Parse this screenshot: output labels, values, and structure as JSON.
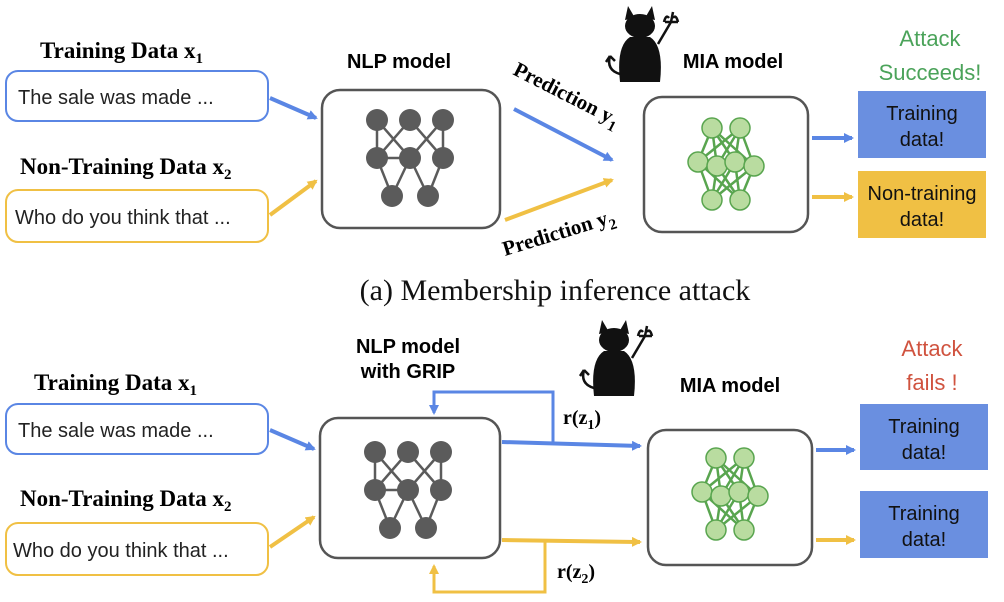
{
  "colors": {
    "blue": "#5a86e4",
    "yellow": "#f0c044",
    "green_node": "#b9dca0",
    "green_edge": "#59a54f",
    "gray_node": "#5b5b5b",
    "success": "#4ba35a",
    "fail": "#d0533f",
    "box_stroke": "#555555"
  },
  "top": {
    "train_title": "Training Data",
    "train_var": "x",
    "train_sub": "1",
    "train_text": "The sale was made ...",
    "nontrain_title": "Non-Training Data",
    "nontrain_var": "x",
    "nontrain_sub": "2",
    "nontrain_text": "Who do you think that ...",
    "model_label": "NLP model",
    "mia_label": "MIA model",
    "pred1_label": "Prediction y",
    "pred1_sub": "1",
    "pred2_label": "Prediction y",
    "pred2_sub": "2",
    "status_line1": "Attack",
    "status_line2": "Succeeds!",
    "out1_line1": "Training",
    "out1_line2": "data!",
    "out2_line1": "Non-training",
    "out2_line2": "data!",
    "caption": "(a) Membership inference attack"
  },
  "bottom": {
    "train_title": "Training Data",
    "train_var": "x",
    "train_sub": "1",
    "train_text": "The sale was made ...",
    "nontrain_title": "Non-Training Data",
    "nontrain_var": "x",
    "nontrain_sub": "2",
    "nontrain_text": "Who do you think that ...",
    "model_label_line1": "NLP model",
    "model_label_line2": "with GRIP",
    "mia_label": "MIA model",
    "r1_prefix": "r(z",
    "r1_sub": "1",
    "r1_suffix": ")",
    "r2_prefix": "r(z",
    "r2_sub": "2",
    "r2_suffix": ")",
    "status_line1": "Attack",
    "status_line2": "fails !",
    "out1_line1": "Training",
    "out1_line2": "data!",
    "out2_line1": "Training",
    "out2_line2": "data!"
  },
  "icons": {
    "devil": "devil-cat-icon"
  }
}
